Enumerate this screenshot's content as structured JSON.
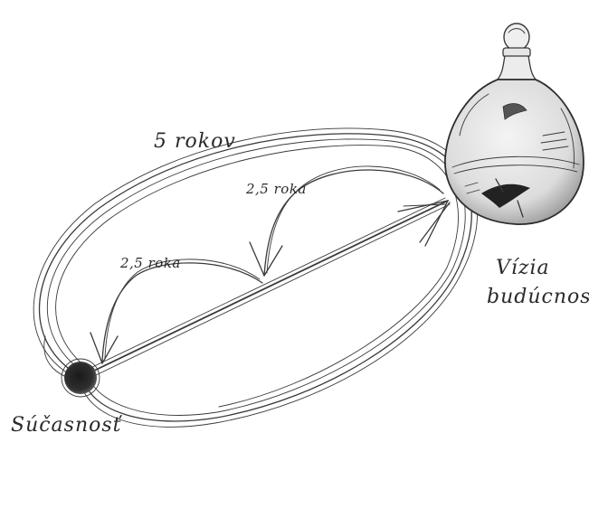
{
  "labels": {
    "five_years": "5 rokov",
    "half_upper": "2,5 roka",
    "half_lower": "2,5 roka",
    "vision_line1": "Vízia",
    "vision_line2": "budúcnosti",
    "present": "Súčasnosť"
  },
  "colors": {
    "ink": "#2a2a2a",
    "paper": "#ffffff",
    "glass_shade": "#9a9a9a"
  },
  "icons": {
    "present_point": "dark-circle",
    "vision": "glass-bottle-with-figures"
  }
}
